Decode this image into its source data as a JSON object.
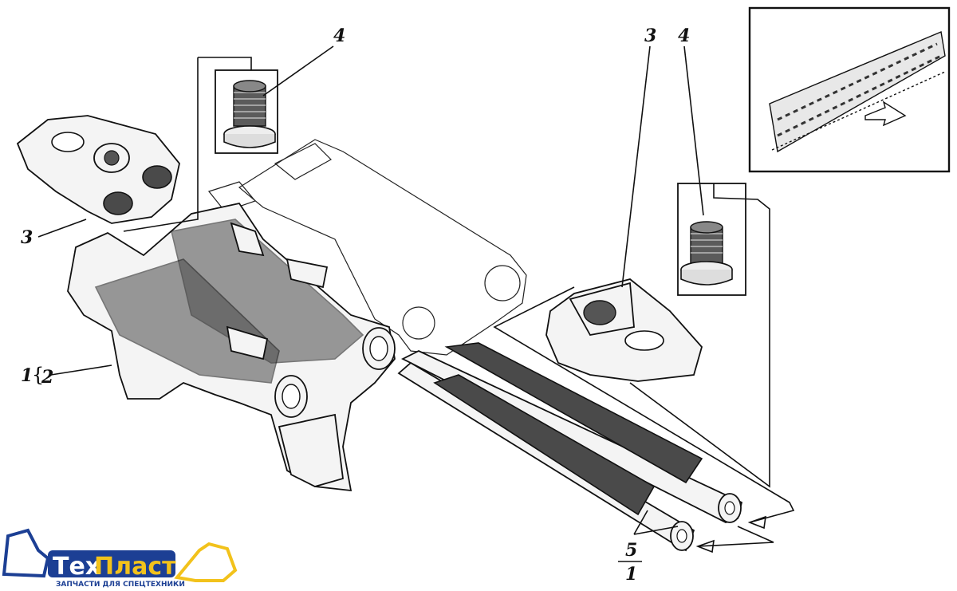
{
  "labels": {
    "part_1_prefix": "1",
    "part_2": "2",
    "part_3_left": "3",
    "part_3_right": "3",
    "part_4_left": "4",
    "part_4_right": "4",
    "part_5_numerator": "5",
    "part_5_denominator": "1"
  },
  "logo": {
    "brand_part1": "Тех",
    "brand_part2": "Пласт",
    "tagline": "ЗАПЧАСТИ ДЛЯ СПЕЦТЕХНИКИ",
    "color_primary": "#1c3f94",
    "color_accent": "#f2c21b"
  }
}
